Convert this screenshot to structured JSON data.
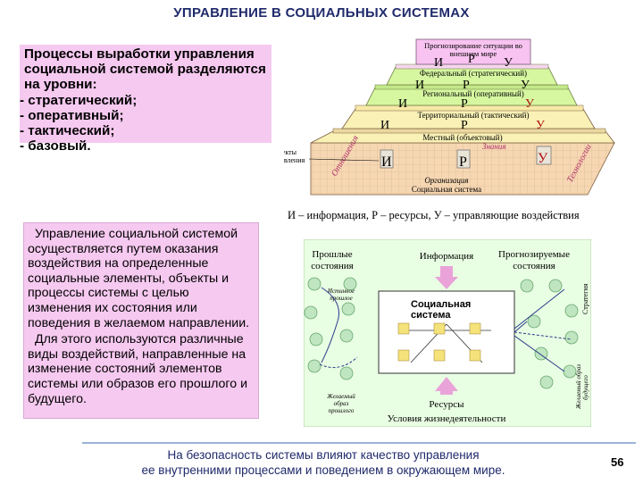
{
  "title": "УПРАВЛЕНИЕ В СОЦИАЛЬНЫХ СИСТЕМАХ",
  "levels_box": {
    "heading": "Процессы выработки управления социальной системой разделяются на уровни:",
    "items": [
      "- стратегический;",
      "- оперативный;",
      "- тактический;",
      "- базовый."
    ]
  },
  "pyramid": {
    "top_label": "Прогнозирование ситуации во внешнем мире",
    "layers": [
      {
        "label": "Федеральный (стратегический)",
        "letters": [
          "И",
          "Р",
          "У"
        ]
      },
      {
        "label": "Региональный (оперативный)",
        "letters": [
          "И",
          "Р",
          "У"
        ]
      },
      {
        "label": "Территориальный (тактический)",
        "letters": [
          "И",
          "Р",
          "У"
        ]
      },
      {
        "label": "Местный (объектовый)",
        "letters": [
          "И",
          "Р",
          "У"
        ]
      }
    ],
    "side_left": "Отношения",
    "side_right": "Технологии",
    "object_label": "Объекты управления",
    "knowledge_label": "Знания",
    "base_line1": "Организация",
    "base_line2": "Социальная система"
  },
  "legend": "И – информация, Р – ресурсы, У – управляющие воздействия",
  "description": {
    "para1": "Управление социальной системой осуществляется путем оказания воздействия на определенные социальные элементы, объекты и процессы системы с целью изменения их состояния или поведения в желаемом направлении.",
    "para2": "Для этого используются различные виды воздействий, направленные на изменение состояний элементов системы или образов его прошлого и будущего."
  },
  "diagram": {
    "past_states": "Прошлые состояния",
    "information": "Информация",
    "forecast_states": "Прогнозируемые состояния",
    "real_past": "Истинное прошлое",
    "social_system": "Социальная система",
    "desired_past": "Желаемый образ прошлого",
    "resources": "Ресурсы",
    "life_conditions": "Условия жизнедеятельности",
    "strategy": "Стратегия",
    "desired_future": "Желаемый образ будущего"
  },
  "footer": {
    "line1": "На безопасность системы влияют качество управления",
    "line2": "ее внутренними процессами и поведением в окружающем мире.",
    "page": "56"
  },
  "colors": {
    "pink": "#f6c9f0",
    "pyramid_top": "#f8c3f0",
    "layer_green": "#d6f7a0",
    "layer_yellow": "#f9f1b6",
    "layer_peach": "#f7d7b3",
    "diagram_bg": "#e9ffe3",
    "title": "#1f2a6b"
  }
}
